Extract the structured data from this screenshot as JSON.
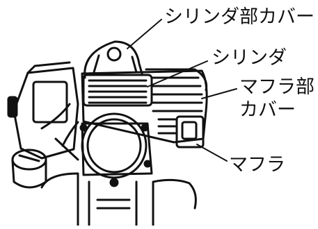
{
  "labels": {
    "cylinder_cover": "シリンダ部カバー",
    "cylinder": "シリンダ",
    "muffler_cover_line1": "マフラ部",
    "muffler_cover_line2": "カバー",
    "muffler": "マフラ"
  },
  "colors": {
    "ink": "#111111",
    "background": "#ffffff"
  }
}
